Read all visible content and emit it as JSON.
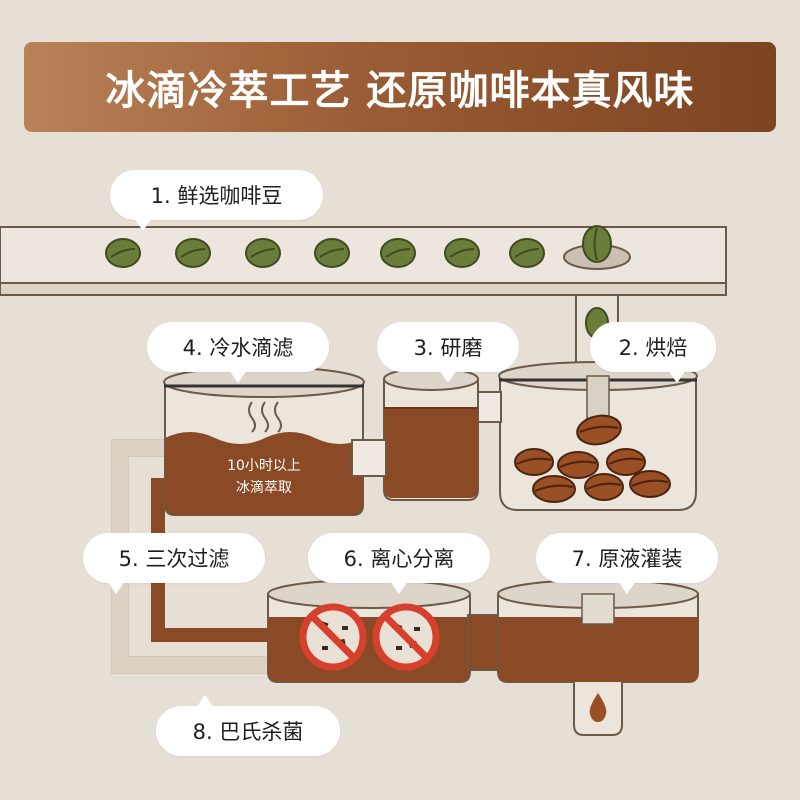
{
  "header": {
    "title": "冰滴冷萃工艺 还原咖啡本真风味"
  },
  "steps": [
    {
      "label": "1. 鲜选咖啡豆"
    },
    {
      "label": "2. 烘焙"
    },
    {
      "label": "3. 研磨"
    },
    {
      "label": "4. 冷水滴滤"
    },
    {
      "label": "5. 三次过滤"
    },
    {
      "label": "6. 离心分离"
    },
    {
      "label": "7. 原液灌装"
    },
    {
      "label": "8. 巴氏杀菌"
    }
  ],
  "drip_tank": {
    "line1": "10小时以上",
    "line2": "冰滴萃取"
  },
  "colors": {
    "background": "#e6dfd5",
    "banner": "#9a5c34",
    "coffee": "#8a4a26",
    "green_bean": "#6b7d3a",
    "roasted_bean": "#9a4f24",
    "no_sign": "#d8402e"
  }
}
